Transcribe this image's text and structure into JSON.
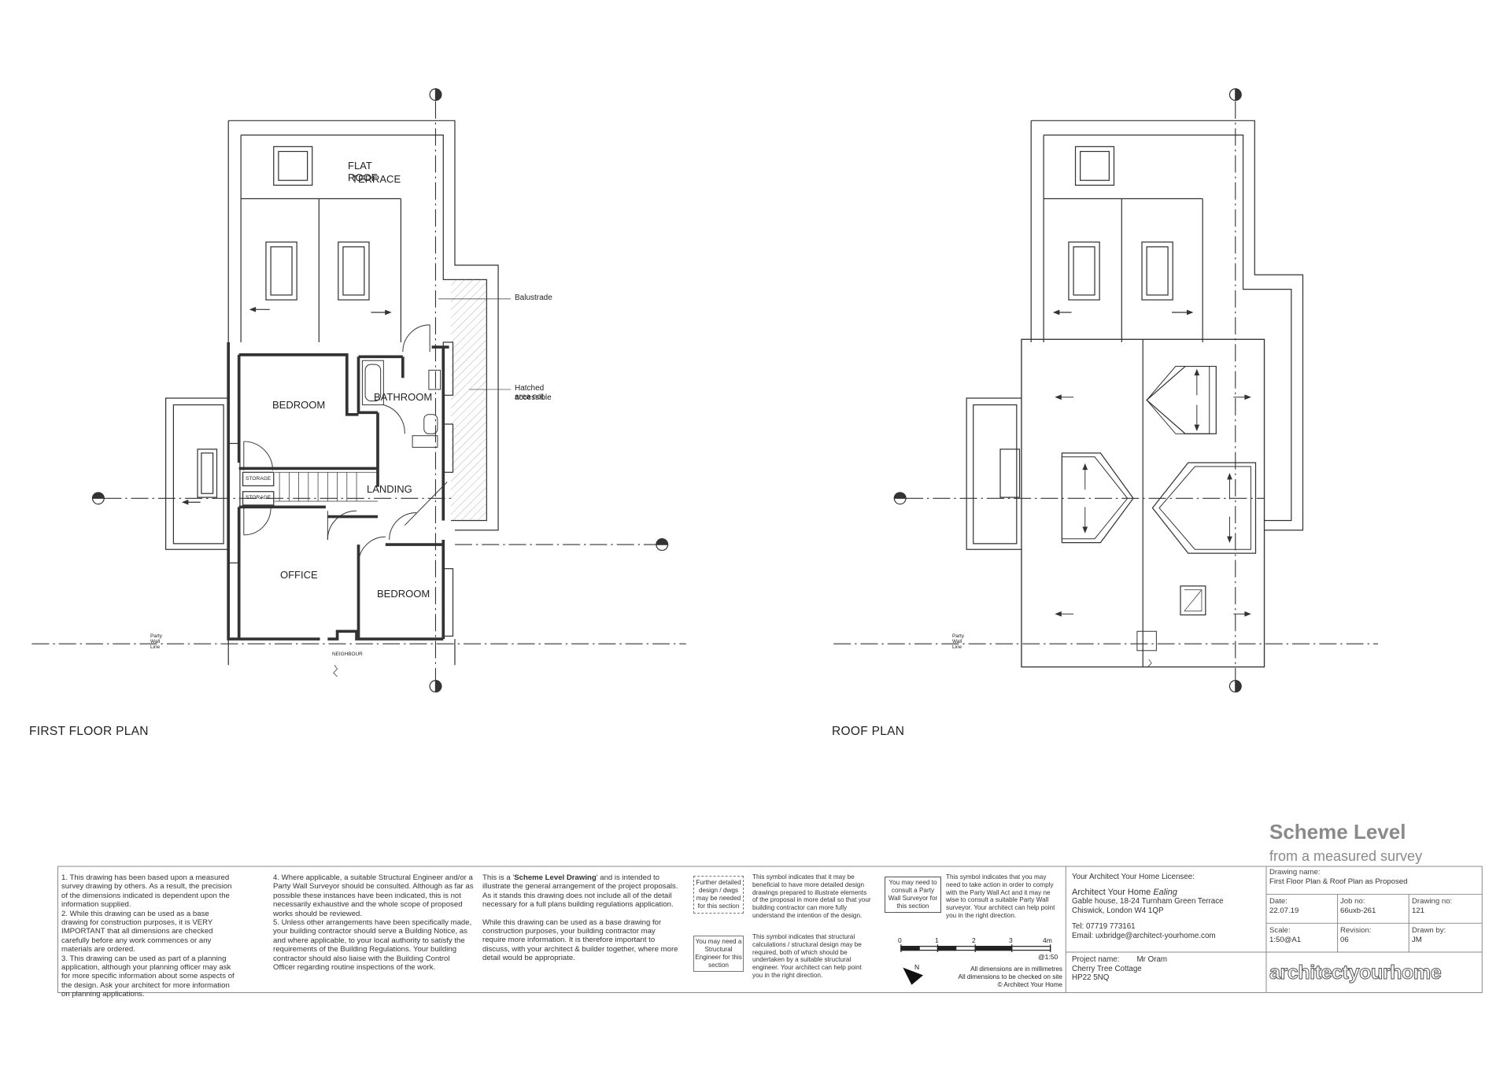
{
  "header": {
    "level": "Scheme Level",
    "sub": "from a measured survey"
  },
  "plans": {
    "first_floor": {
      "title": "FIRST FLOOR PLAN",
      "rooms": {
        "terrace_1": "FLAT ROOF",
        "terrace_2": "TERRACE",
        "bedroom_1": "BEDROOM",
        "bathroom": "BATHROOM",
        "landing": "LANDING",
        "storage_1": "STORAGE",
        "storage_2": "STORAGE",
        "office": "OFFICE",
        "bedroom_2": "BEDROOM"
      },
      "notes": {
        "balustrade": "Balustrade",
        "hatched_1": "Hatched area not",
        "hatched_2": "accessible",
        "party_wall": "Party Wall Line",
        "neighbour": "NEIGHBOUR"
      }
    },
    "roof": {
      "title": "ROOF PLAN",
      "party_wall": "Party Wall Line"
    }
  },
  "notes": {
    "col1": [
      "1.  This drawing has been based upon a measured survey drawing by others. As a result, the precision of the dimensions indicated is dependent upon the information supplied.",
      "2.  While this drawing can be used as a base drawing for construction purposes, it is VERY IMPORTANT that all dimensions are checked carefully before any work commences or any materials are ordered.",
      "3.  This drawing can be used as part of a planning application, although your planning officer may ask for more specific information about some aspects of the design. Ask your architect for more information on planning applications."
    ],
    "col2": [
      "4.  Where applicable, a suitable Structural Engineer and/or a Party Wall Surveyor should be consulted. Although as far as possible these instances have been indicated, this is not necessarily exhaustive and the whole scope of proposed works should be reviewed.",
      "5.  Unless other arrangements have been specifically made, your building contractor should serve a Building Notice, as  and where applicable, to your local authority to satisfy the requirements of the Building Regulations. Your building contractor should also liaise with the Building Control Officer regarding routine inspections of the work."
    ],
    "col3_pre": "This is a '",
    "col3_bold": "Scheme Level Drawing",
    "col3_post": "' and is intended to illustrate the general arrangement of the project proposals. As it stands this drawing does not include all of the detail necessary for a full plans building regulations application.",
    "col3_b": "While this drawing can be used as a base drawing for construction purposes, your building contractor may require more information. It is therefore important to discuss, with your architect & builder together, where more detail would be appropriate."
  },
  "symbols": {
    "further_box": "Further detailed design / dwgs may be needed for this section",
    "further_text": "This symbol indicates that it may be beneficial to have more detailed design drawings prepared to illustrate elements of the proposal in more detail so that your building contractor can more fully understand the intention of the design.",
    "structural_box": "You may need a Structural Engineer for this section",
    "structural_text": "This symbol indicates that structural calculations / structural design may be required, both of which should be undertaken by a suitable structural engineer. Your architect can help point you in the right direction.",
    "party_box": "You may need to consult a Party Wall Surveyor for this section",
    "party_text": "This symbol indicates that you may need to take action in order to comply with the Party Wall Act and it may ne wise to consult a suitable Party Wall surveyor. Your architect can help point you in the right direction."
  },
  "scale_bar": {
    "ticks": [
      "0",
      "1",
      "2",
      "3",
      "4m"
    ],
    "ratio": "@1:50",
    "note1": "All dimensions are in millimetres",
    "note2": "All dimensions to be checked on site",
    "note3": "© Architect Your Home"
  },
  "licensee": {
    "heading": "Your Architect Your Home Licensee:",
    "name": "Architect Your Home ",
    "name_italic": "Ealing",
    "addr1": "Gable house, 18-24 Turnham Green Terrace",
    "addr2": "Chiswick, London W4 1QP",
    "tel": "Tel: 07719 773161",
    "email": "Email: uxbridge@architect-yourhome.com"
  },
  "project": {
    "label": "Project name:",
    "client": "Mr Oram",
    "line2": "Cherry Tree Cottage",
    "line3": "HP22 5NQ"
  },
  "drawing": {
    "name_label": "Drawing name:",
    "name": "First Floor Plan & Roof Plan as Proposed",
    "date_label": "Date:",
    "date": "22.07.19",
    "job_label": "Job no:",
    "job": "66uxb-261",
    "num_label": "Drawing no:",
    "num": "121",
    "scale_label": "Scale:",
    "scale": "1:50@A1",
    "rev_label": "Revision:",
    "rev": "06",
    "drawn_label": "Drawn by:",
    "drawn": "JM"
  },
  "logo": "architectyourhome"
}
